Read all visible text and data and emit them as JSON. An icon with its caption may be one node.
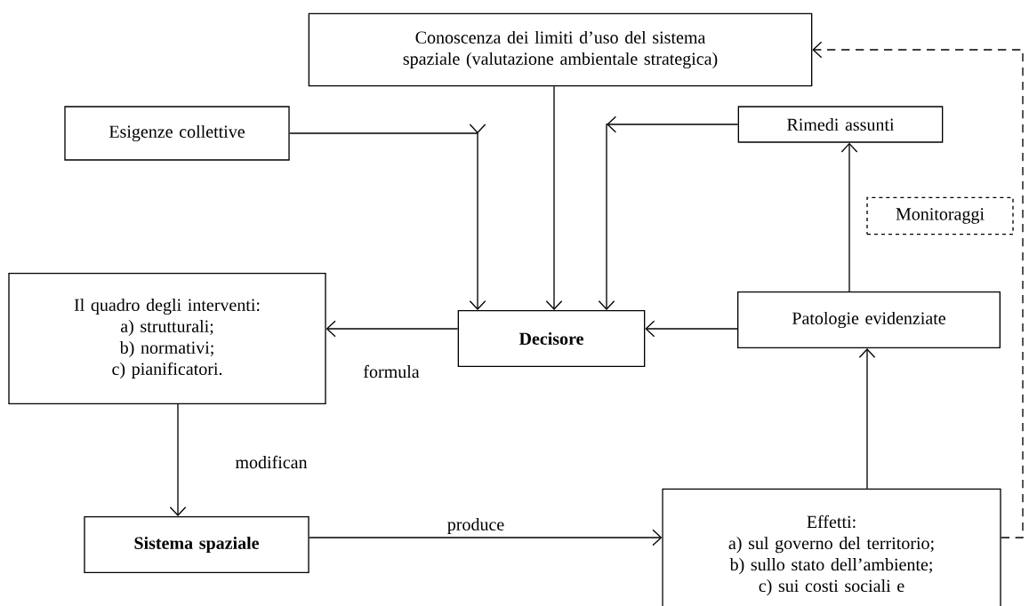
{
  "diagram": {
    "nodes": [
      {
        "text": [
          "Conoscenza dei limiti d’uso del sistema spaziale (valutazione ambientale strategica)"
        ]
      },
      {
        "text": [
          "Esigenze collettive"
        ]
      },
      {
        "text": [
          "Rimedi assunti"
        ]
      },
      {
        "text": [
          "Monitoraggi"
        ]
      },
      {
        "text": [
          "Il quadro degli interventi:",
          "a) strutturali;",
          "b) normativi;",
          "c) pianificatori."
        ]
      },
      {
        "text": [
          "Decisore"
        ]
      },
      {
        "text": [
          "Patologie evidenziate"
        ]
      },
      {
        "text": [
          "Sistema spaziale"
        ]
      },
      {
        "text": [
          "Effetti:",
          "a) sul governo del territorio;",
          "b) sullo stato dell’ambiente;",
          "c) sui costi sociali e"
        ]
      }
    ],
    "edges": [
      {
        "from": 1,
        "to": 5,
        "arrow": "to"
      },
      {
        "from": 0,
        "to": 5,
        "arrow": "to"
      },
      {
        "from": 2,
        "to": 5,
        "arrow": "to"
      },
      {
        "from": 6,
        "to": 2,
        "arrow": "to"
      },
      {
        "from": 6,
        "to": 5,
        "arrow": "to"
      },
      {
        "from": 5,
        "to": 4,
        "arrow": "to",
        "label": "formula"
      },
      {
        "from": 4,
        "to": 7,
        "arrow": "to",
        "label": "modifican"
      },
      {
        "from": 7,
        "to": 8,
        "arrow": "to",
        "label": "produce"
      },
      {
        "from": 8,
        "to": 6,
        "arrow": "to"
      },
      {
        "from": 8,
        "to": 0,
        "arrow": "to",
        "style": "dashed"
      }
    ]
  }
}
